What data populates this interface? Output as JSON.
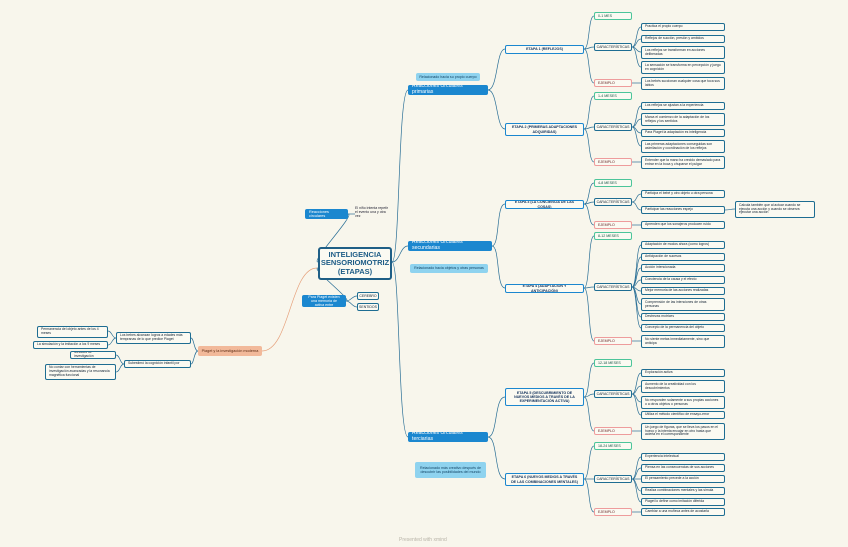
{
  "root": "INTELIGENCIA SENSORIOMOTRIZ (ETAPAS)",
  "left": {
    "reacciones_circulares": "Reacciones circulares",
    "infant_note": "El niño intenta repetir el evento una y otra vez",
    "piaget_note": "Para Piaget existen una memoria de activa entre",
    "cerebro": "CEREBRO",
    "sentidos": "SENTIDOS",
    "piaget_moderno": "Piaget y la investigación moderna",
    "bebes": "Los bebes alcanzan logros a edades más tempranas de lo que predice Piaget",
    "permanencia": "Permanencia del objeto antes de los 4 meses",
    "imitacion": "La simulación y la imitación a los 9 meses",
    "subestimo": "Subestimó la cognición infantil por",
    "metodos": "Métodos de investigación",
    "no_contar": "No contar con herramientas de investigación avanzadas y la resonancia magnética funcional"
  },
  "branches": {
    "primarias": {
      "label": "Reacciones circulares primarias",
      "desc": "Relacionado hacia su propio cuerpo"
    },
    "secundarias": {
      "label": "Reacciones circulares secundarias",
      "desc": "Relacionado hacia objetos y otras personas"
    },
    "terciarias": {
      "label": "Reacciones circulares terciarias",
      "desc": "Relacionado más creativo después de descubrir las posibilidades del mundo"
    }
  },
  "labels": {
    "caracteristicas": "CARACTERÍSTICAS",
    "ejemplo": "EJEMPLO"
  },
  "stages": [
    {
      "title": "ETAPA 1 (REFLEJOS)",
      "age": "0-1 MES",
      "chars": [
        "Practica el propio cuerpo",
        "Reflejos de succión, presión y ambidos",
        "Los reflejos se transforman en acciones deliberadas",
        "La sensación se transforma en percepción y juego en cognición"
      ],
      "example": "Los bebés succionan cualquier cosa que toca sus labios"
    },
    {
      "title": "ETAPA 2 (PRIMERAS ADAPTACIONES ADQUIRIDAS)",
      "age": "1-4 MESES",
      "chars": [
        "Los reflejos se ajustan a la experiencia",
        "Marca el comienzo de la adaptación de los reflejos y los sentidos",
        "Para Piaget la adaptación es inteligencia",
        "Las primeras adaptaciones conseguidas son asimilación y coordinación de los reflejos"
      ],
      "example": "Entender que la mano ha crecido demasiado para entrar en la boca y chuparse el pulgar"
    },
    {
      "title": "ETAPA 3 (LA CONCIENCIA DE LAS COSAS)",
      "age": "4-8 MESES",
      "chars": [
        "Participa el bebé y otro objeto u otra persona",
        "Participar las reacciones espejo"
      ],
      "side_note": "Calcula también que al actuar cuando se ejecuta una acción y cuando se observa ejecutar una acción",
      "example": "Aprenden que los sonajeros producen ruido"
    },
    {
      "title": "ETAPA 4 (ADAPTACIÓN Y ANTICIPACIÓN)",
      "age": "8-12 MESES",
      "chars": [
        "Adaptación de modos ahora (como logros)",
        "Anticipación de sucesos",
        "Acción intencionada",
        "Conciencia de la causa y el efecto",
        "Mejor memoria de las acciones realizadas",
        "Comprensión de las intenciones de otras personas",
        "Destrezas motrices",
        "Concepto de la permanencia del objeto"
      ],
      "example": "No siente metas inmediatamente, sino que anticipa"
    },
    {
      "title": "ETAPA 5 (DESCUBRIMIENTO DE NUEVOS MEDIOS A TRAVÉS DE LA EXPERIMENTACIÓN ACTIVA)",
      "age": "12-18 MESES",
      "chars": [
        "Exploración activa",
        "Aumento de la creatividad con los descubrimientos",
        "No responden solamente a sus propias acciones o a otros objetos o personas",
        "Utiliza el método científico de ensayo-error"
      ],
      "example": "Un juego de figuras, que se lleva los pasos en el hueco y la intenta encajar en otro hasta que acierta en el correspondiente"
    },
    {
      "title": "ETAPA 6 (NUEVOS MEDIOS A TRAVÉS DE LAS COMBINACIONES MENTALES)",
      "age": "18-24 MESES",
      "chars": [
        "Experiencia intelectual",
        "Piensa en las consecuencias de sus acciones",
        "El pensamiento precede a la acción",
        "Realiza combinaciones mentales y las simula",
        "Piaget lo define como imitación diferida"
      ],
      "example": "Cambiar a una muñeca antes de acostarla"
    }
  ],
  "watermark": "Presented with xmind",
  "colors": {
    "line": "#2a6f96",
    "main": "#1b87cf",
    "light": "#8fd3ef",
    "age": "#4cc59a",
    "example": "#ee9c9c",
    "orange": "#f2b99a"
  }
}
